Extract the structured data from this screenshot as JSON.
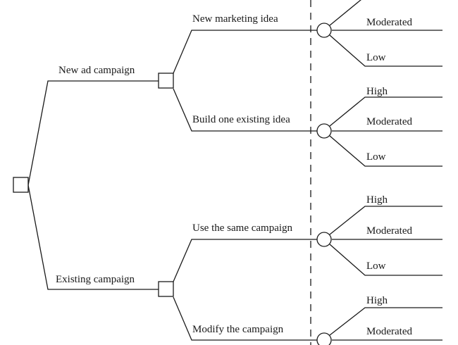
{
  "tree": {
    "level1": {
      "new_ad": "New ad campaign",
      "existing": "Existing campaign"
    },
    "level2": {
      "new_marketing_idea": "New marketing idea",
      "build_existing_idea": "Build one existing idea",
      "use_same": "Use the same campaign",
      "modify": "Modify the campaign"
    },
    "outcomes": {
      "high": "High",
      "moderated": "Moderated",
      "low": "Low"
    }
  }
}
